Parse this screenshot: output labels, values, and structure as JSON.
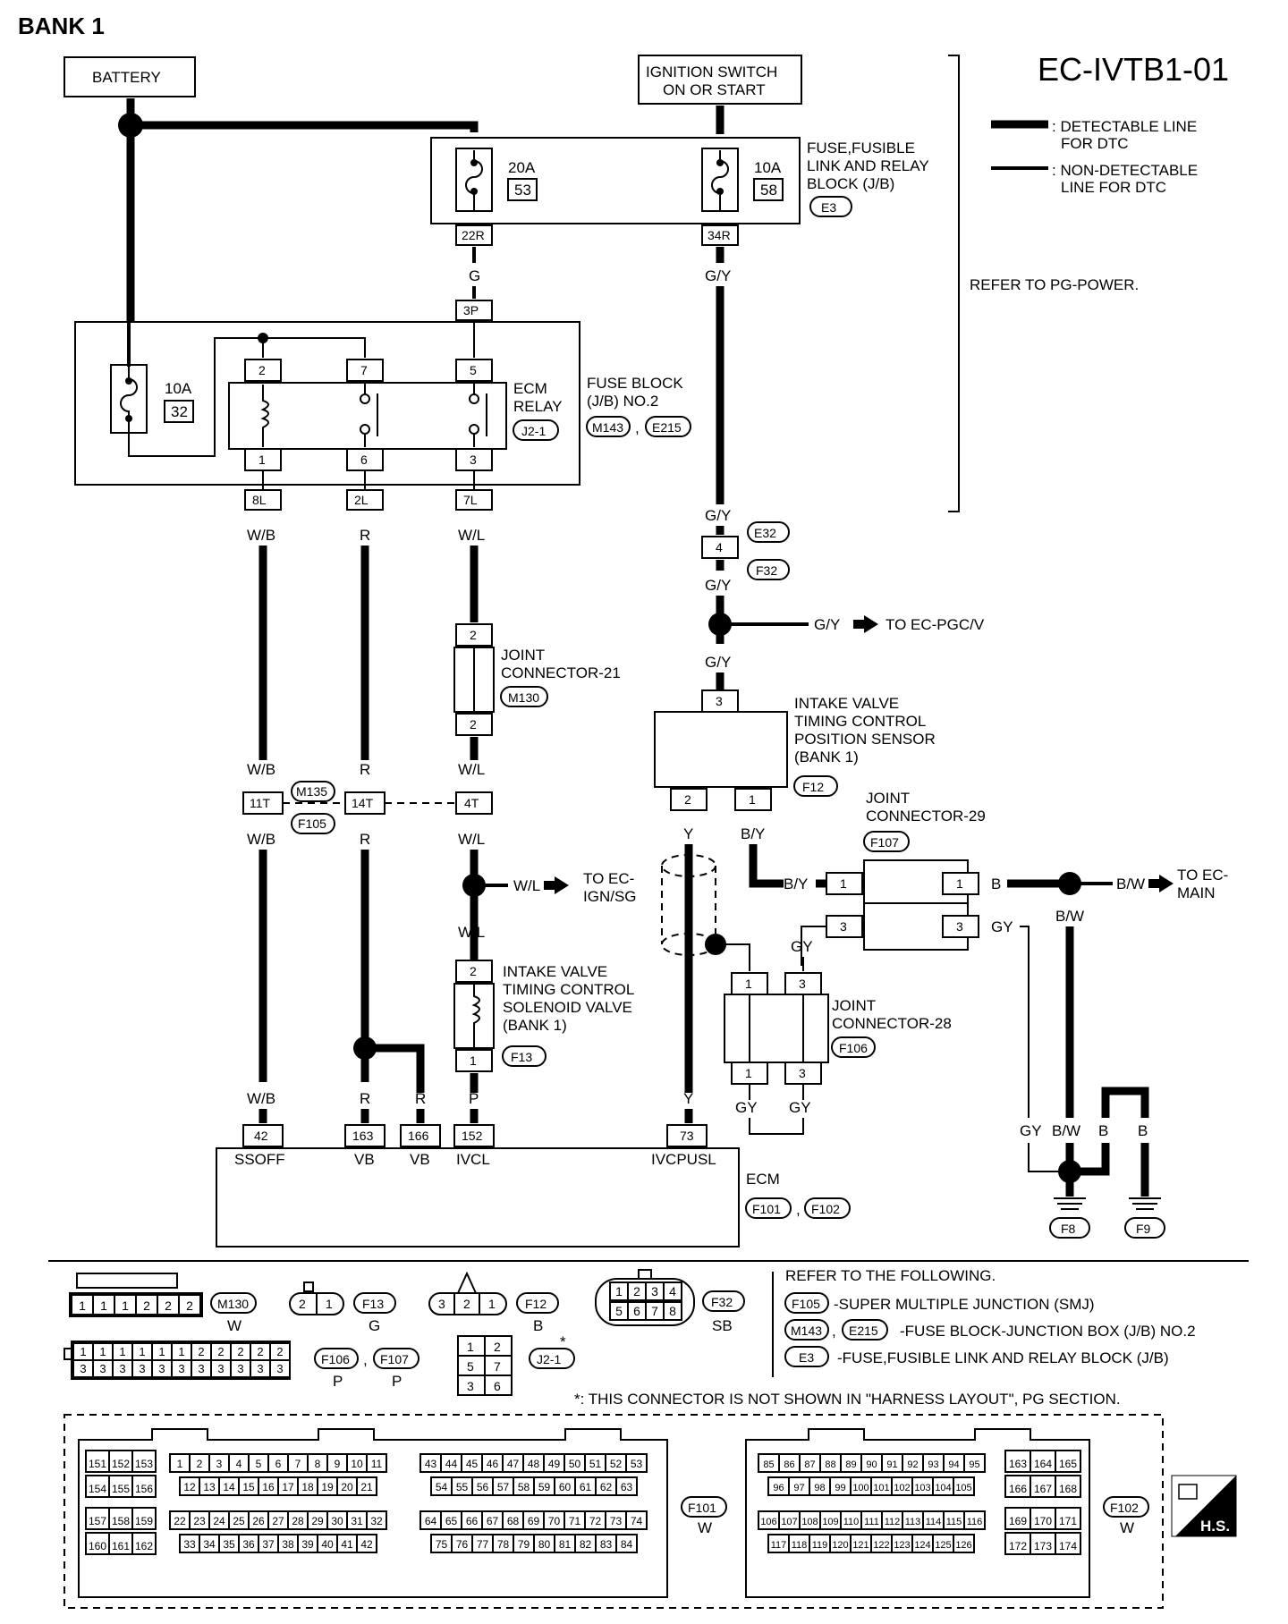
{
  "header": {
    "title": "BANK 1",
    "code": "EC-IVTB1-01"
  },
  "legend": {
    "detectable_1": ": DETECTABLE LINE",
    "detectable_2": "FOR DTC",
    "nondetectable_1": ": NON-DETECTABLE",
    "nondetectable_2": "LINE FOR DTC",
    "refer": "REFER TO PG-POWER."
  },
  "sources": {
    "battery": "BATTERY",
    "ignition_1": "IGNITION SWITCH",
    "ignition_2": "ON OR START"
  },
  "jb": {
    "label_1": "FUSE,FUSIBLE",
    "label_2": "LINK AND RELAY",
    "label_3": "BLOCK (J/B)",
    "conn": "E3",
    "fuse1_amp": "20A",
    "fuse1_num": "53",
    "fuse2_amp": "10A",
    "fuse2_num": "58",
    "pin1": "22R",
    "pin2": "34R"
  },
  "fuse_block2": {
    "label_1": "FUSE BLOCK",
    "label_2": "(J/B) NO.2",
    "conn1": "M143",
    "conn2": "E215",
    "sep": ",",
    "fuse_amp": "10A",
    "fuse_num": "32",
    "pin_in": "3P"
  },
  "ecm_relay": {
    "label_1": "ECM",
    "label_2": "RELAY",
    "conn": "J2-1",
    "pins_top": [
      "2",
      "7",
      "5"
    ],
    "pins_bottom": [
      "1",
      "6",
      "3"
    ]
  },
  "outputs": {
    "p1": "8L",
    "p2": "2L",
    "p3": "7L"
  },
  "wires": {
    "g": "G",
    "gy": "G/Y",
    "wb": "W/B",
    "r": "R",
    "wl": "W/L",
    "p": "P",
    "y": "Y",
    "by": "B/Y",
    "b": "B",
    "bw": "B/W",
    "gray": "GY"
  },
  "e32": {
    "pin": "4",
    "conn1": "E32",
    "conn2": "F32"
  },
  "to_labels": {
    "pgcv": "TO EC-PGC/V",
    "ign_1": "TO EC-",
    "ign_2": "IGN/SG",
    "main_1": "TO EC-",
    "main_2": "MAIN"
  },
  "jc21": {
    "label_1": "JOINT",
    "label_2": "CONNECTOR-21",
    "conn": "M130",
    "pin": "2"
  },
  "smj": {
    "p1": "11T",
    "p2": "14T",
    "p3": "4T",
    "conn1": "M135",
    "conn2": "F105"
  },
  "solenoid": {
    "l1": "INTAKE VALVE",
    "l2": "TIMING CONTROL",
    "l3": "SOLENOID VALVE",
    "l4": "(BANK 1)",
    "conn": "F13",
    "pin_top": "2",
    "pin_bottom": "1"
  },
  "sensor": {
    "l1": "INTAKE VALVE",
    "l2": "TIMING CONTROL",
    "l3": "POSITION SENSOR",
    "l4": "(BANK 1)",
    "conn": "F12",
    "pin_top": "3",
    "pin_l": "2",
    "pin_r": "1"
  },
  "jc29": {
    "label_1": "JOINT",
    "label_2": "CONNECTOR-29",
    "conn": "F107",
    "p1": "1",
    "p3": "3"
  },
  "jc28": {
    "label_1": "JOINT",
    "label_2": "CONNECTOR-28",
    "conn": "F106",
    "p1": "1",
    "p3": "3"
  },
  "ecm": {
    "label": "ECM",
    "conn1": "F101",
    "conn2": "F102",
    "sep": ",",
    "pins": [
      "42",
      "163",
      "166",
      "152",
      "73"
    ],
    "names": [
      "SSOFF",
      "VB",
      "VB",
      "IVCL",
      "IVCPUSL"
    ]
  },
  "grounds": {
    "g1": "F8",
    "g2": "F9"
  },
  "connectors": {
    "m130_pins": [
      "1",
      "1",
      "1",
      "2",
      "2",
      "2"
    ],
    "m130": "M130",
    "m130_c": "W",
    "f13_pins": [
      "2",
      "1"
    ],
    "f13": "F13",
    "f13_c": "G",
    "f12_pins": [
      "3",
      "2",
      "1"
    ],
    "f12": "F12",
    "f12_c": "B",
    "f32_top": [
      "1",
      "2",
      "3",
      "4"
    ],
    "f32_bot": [
      "5",
      "6",
      "7",
      "8"
    ],
    "f32": "F32",
    "f32_c": "SB",
    "f106_top": [
      "1",
      "1",
      "1",
      "1",
      "1",
      "1",
      "2",
      "2",
      "2",
      "2",
      "2"
    ],
    "f106_bot": [
      "3",
      "3",
      "3",
      "3",
      "3",
      "3",
      "3",
      "3",
      "3",
      "3",
      "3"
    ],
    "f106": "F106",
    "f107": "F107",
    "f10x_c": "P",
    "sep": ",",
    "j21_rows": [
      [
        "1",
        "2"
      ],
      [
        "5",
        "7"
      ],
      [
        "3",
        "6"
      ]
    ],
    "j21": "J2-1",
    "star": "*"
  },
  "refer_following": {
    "title": "REFER TO THE FOLLOWING.",
    "r1_conn": "F105",
    "r1_text": "-SUPER MULTIPLE JUNCTION (SMJ)",
    "r2_conn1": "M143",
    "r2_conn2": "E215",
    "r2_sep": ",",
    "r2_text": "-FUSE BLOCK-JUNCTION BOX (J/B) NO.2",
    "r3_conn": "E3",
    "r3_text": "-FUSE,FUSIBLE LINK AND RELAY BLOCK (J/B)"
  },
  "footnote": "*: THIS CONNECTOR IS NOT SHOWN IN \"HARNESS LAYOUT\", PG SECTION.",
  "ecm_connectors": {
    "f101": "F101",
    "f101_c": "W",
    "f102": "F102",
    "f102_c": "W",
    "a_r1": [
      "151",
      "152",
      "153"
    ],
    "a_r2": [
      "154",
      "155",
      "156"
    ],
    "a_r3": [
      "157",
      "158",
      "159"
    ],
    "a_r4": [
      "160",
      "161",
      "162"
    ],
    "b_r1": [
      "1",
      "2",
      "3",
      "4",
      "5",
      "6",
      "7",
      "8",
      "9",
      "10",
      "11"
    ],
    "b_r2": [
      "12",
      "13",
      "14",
      "15",
      "16",
      "17",
      "18",
      "19",
      "20",
      "21"
    ],
    "b_r3": [
      "22",
      "23",
      "24",
      "25",
      "26",
      "27",
      "28",
      "29",
      "30",
      "31",
      "32"
    ],
    "b_r4": [
      "33",
      "34",
      "35",
      "36",
      "37",
      "38",
      "39",
      "40",
      "41",
      "42"
    ],
    "c_r1": [
      "43",
      "44",
      "45",
      "46",
      "47",
      "48",
      "49",
      "50",
      "51",
      "52",
      "53"
    ],
    "c_r2": [
      "54",
      "55",
      "56",
      "57",
      "58",
      "59",
      "60",
      "61",
      "62",
      "63"
    ],
    "c_r3": [
      "64",
      "65",
      "66",
      "67",
      "68",
      "69",
      "70",
      "71",
      "72",
      "73",
      "74"
    ],
    "c_r4": [
      "75",
      "76",
      "77",
      "78",
      "79",
      "80",
      "81",
      "82",
      "83",
      "84"
    ],
    "d_r1": [
      "85",
      "86",
      "87",
      "88",
      "89",
      "90",
      "91",
      "92",
      "93",
      "94",
      "95"
    ],
    "d_r2": [
      "96",
      "97",
      "98",
      "99",
      "100",
      "101",
      "102",
      "103",
      "104",
      "105"
    ],
    "d_r3": [
      "106",
      "107",
      "108",
      "109",
      "110",
      "111",
      "112",
      "113",
      "114",
      "115",
      "116"
    ],
    "d_r4": [
      "117",
      "118",
      "119",
      "120",
      "121",
      "122",
      "123",
      "124",
      "125",
      "126"
    ],
    "e_r1": [
      "163",
      "164",
      "165"
    ],
    "e_r2": [
      "166",
      "167",
      "168"
    ],
    "e_r3": [
      "169",
      "170",
      "171"
    ],
    "e_r4": [
      "172",
      "173",
      "174"
    ],
    "hs": "H.S."
  }
}
